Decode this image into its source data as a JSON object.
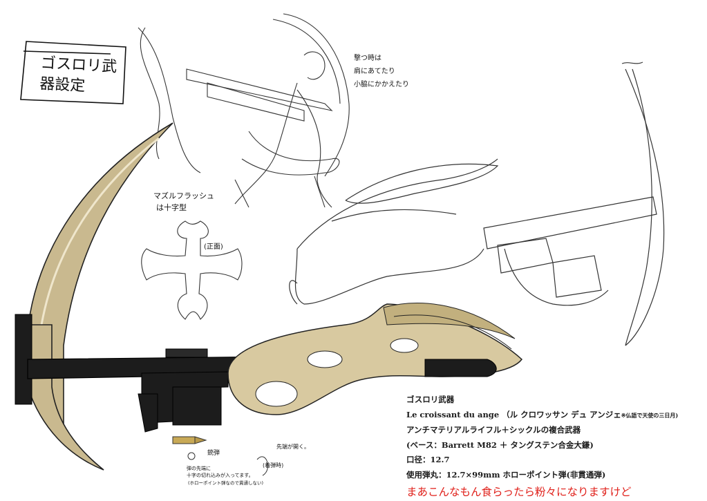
{
  "handwritten": {
    "title": "ゴスロリ武器設定",
    "note_shoot_line1": "撃つ時は",
    "note_shoot_line2": "肩にあてたり",
    "note_shoot_line3": "小脇にかかえたり",
    "note_muzzle_line1": "マズルフラッシュ",
    "note_muzzle_line2": "は十字型",
    "note_front": "(正面)",
    "note_bullet": "銃弾",
    "note_tip_line1": "弾の先端に",
    "note_tip_line2": "十字の切れ込みが入ってます。",
    "note_tip_line3": "(ホローポイント弾なので貫通しない)",
    "note_tip_open": "先端が開く。",
    "note_impact": "(着弾時)"
  },
  "spec": {
    "name": "ゴスロリ武器",
    "name_fr": "Le croissant du ange （ル クロワッサン デュ アンジェ",
    "name_note": "※仏語で天使の三日月)",
    "type": "アンチマテリアルライフル＋シックルの複合武器",
    "base": "(ベース：Barrett M82 ＋ タングステン合金大鎌)",
    "caliber": "口径：12.7",
    "ammo": "使用弾丸：12.7×99mm ホローポイント弾(非貫通弾)"
  },
  "comment": "まあこんなもん食らったら粉々になりますけど",
  "colors": {
    "blade": "#c9b98f",
    "barrel": "#1c1c1c",
    "frame": "#d8c9a0",
    "ink": "#222222",
    "comment": "#e0201a"
  }
}
